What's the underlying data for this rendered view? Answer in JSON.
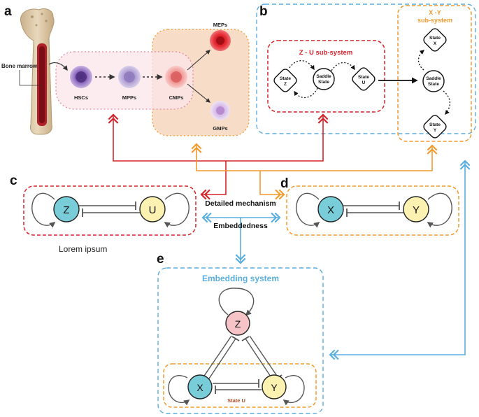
{
  "panels": {
    "a": "a",
    "b": "b",
    "c": "c",
    "d": "d",
    "e": "e"
  },
  "panel_a": {
    "bone_marrow": "Bone marrow",
    "cells": {
      "hsc": "HSCs",
      "mpp": "MPPs",
      "cmp": "CMPs",
      "mep": "MEPs",
      "gmp": "GMPs"
    }
  },
  "panel_b": {
    "zu_title": "Z - U sub-system",
    "xy_title_line1": "X -Y",
    "xy_title_line2": "sub-system",
    "state_z": [
      "State",
      "Z"
    ],
    "saddle_zu": [
      "Saddle",
      "State"
    ],
    "state_u": [
      "State",
      "U"
    ],
    "state_x": [
      "State",
      "X"
    ],
    "saddle_xy": [
      "Saddle",
      "State"
    ],
    "state_y": [
      "State",
      "Y"
    ]
  },
  "panel_c": {
    "node1": "Z",
    "node2": "U",
    "caption": "Lorem ipsum"
  },
  "panel_d": {
    "node1": "X",
    "node2": "Y"
  },
  "center": {
    "detailed": "Detailed mechanism",
    "embeddedness": "Embeddedness"
  },
  "panel_e": {
    "title": "Embedding system",
    "node_z": "Z",
    "node_x": "X",
    "node_y": "Y",
    "state_label": "State U"
  },
  "colors": {
    "red": "#d7232a",
    "orange": "#f29a2e",
    "blue": "#5aaee0",
    "cyan_node": "#79cdd9",
    "yellow_node": "#fbf2b1",
    "pink_node": "#f6c4c6",
    "arrow_gray": "#555555"
  }
}
